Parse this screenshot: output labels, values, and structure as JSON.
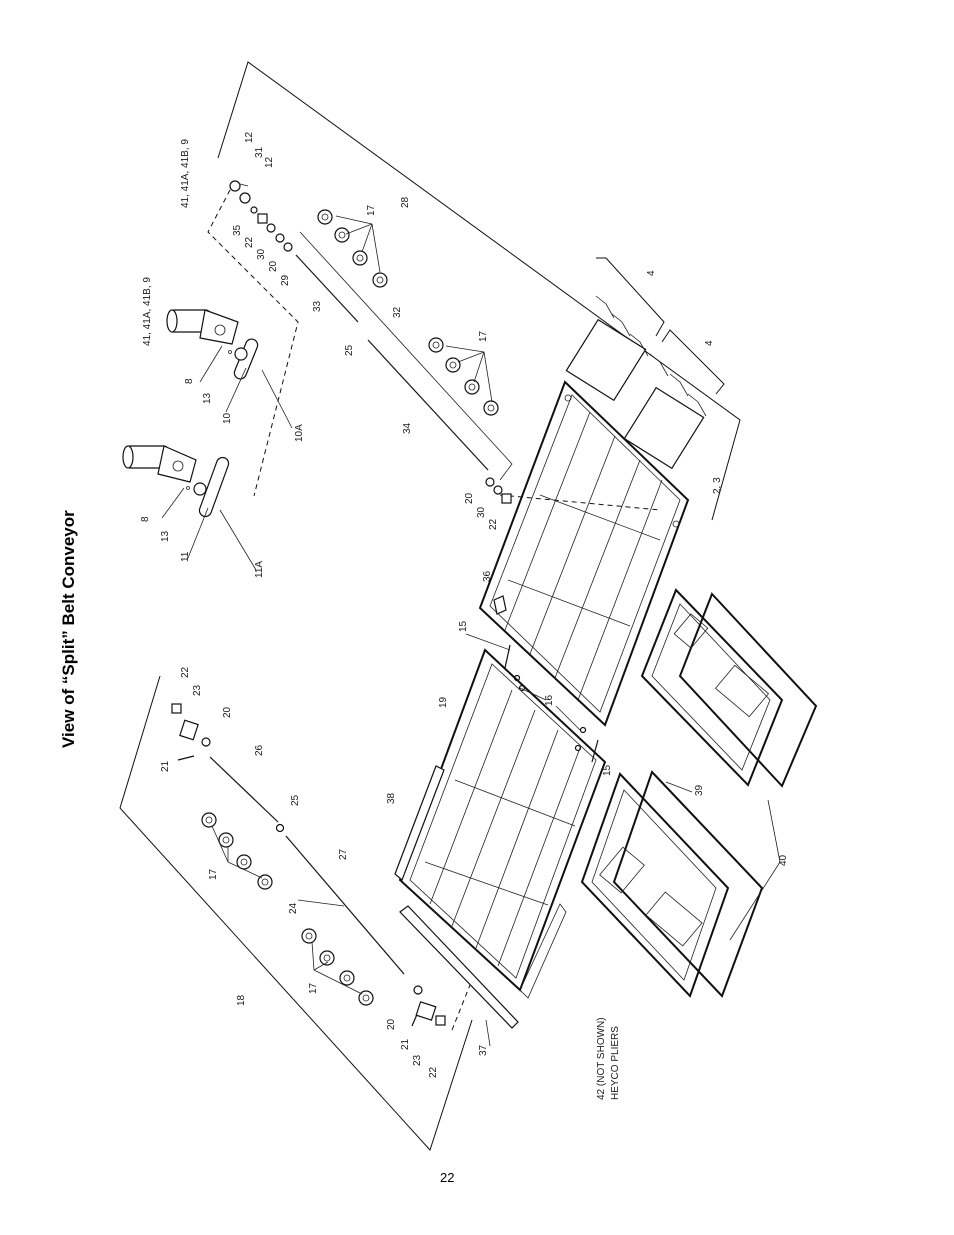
{
  "page": {
    "title": "View of “Split” Belt Conveyor",
    "page_number": "22"
  },
  "labels": [
    "12",
    "31",
    "12",
    "35",
    "22",
    "30",
    "20",
    "29",
    "41, 41A, 41B, 9",
    "41, 41A, 41B, 9",
    "28",
    "17",
    "33",
    "32",
    "25",
    "17",
    "34",
    "8",
    "13",
    "10",
    "10A",
    "8",
    "13",
    "11",
    "11A",
    "20",
    "30",
    "22",
    "36",
    "4",
    "4",
    "2, 3",
    "15",
    "16",
    "15",
    "19",
    "22",
    "23",
    "20",
    "21",
    "26",
    "25",
    "27",
    "17",
    "24",
    "18",
    "17",
    "20",
    "21",
    "23",
    "22",
    "38",
    "37",
    "39",
    "40"
  ],
  "note": {
    "line1": "42 (NOT SHOWN)",
    "line2": "HEYCO PLIERS"
  }
}
